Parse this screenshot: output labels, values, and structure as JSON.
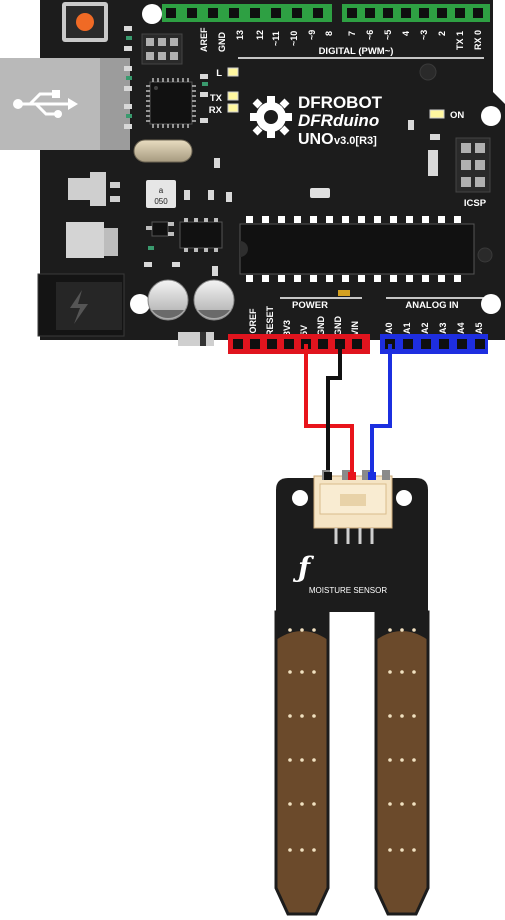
{
  "board": {
    "brand_line1": "DFROBOT",
    "brand_line2": "DFRduino",
    "brand_line3": "UNO",
    "version": "v3.0[R3]",
    "digital_header": "DIGITAL (PWM~)",
    "digital_pins_left": [
      "AREF",
      "GND",
      "13",
      "12",
      "~11",
      "~10",
      "~9",
      "8"
    ],
    "digital_pins_right": [
      "7",
      "~6",
      "~5",
      "4",
      "~3",
      "2",
      "TX 1",
      "RX 0"
    ],
    "power_header": "POWER",
    "power_pins": [
      "IOREF",
      "RESET",
      "3V3",
      "5V",
      "GND",
      "GND",
      "VIN"
    ],
    "analog_header": "ANALOG IN",
    "analog_pins": [
      "A0",
      "A1",
      "A2",
      "A3",
      "A4",
      "A5"
    ],
    "led_labels": [
      "L",
      "TX",
      "RX"
    ],
    "on_label": "ON",
    "icsp_label": "ICSP",
    "regulator_marking": [
      "a",
      "050"
    ]
  },
  "sensor": {
    "label": "MOISTURE SENSOR",
    "logo_glyph": "ƒ"
  },
  "wires": [
    {
      "from": "5V",
      "to": "sensor-pin-vcc",
      "color": "#e8141b"
    },
    {
      "from": "GND",
      "to": "sensor-pin-gnd",
      "color": "#111111"
    },
    {
      "from": "A0",
      "to": "sensor-pin-signal",
      "color": "#1b2fe0"
    }
  ],
  "colors": {
    "board": "#1c1c1c",
    "digital_header": "#2ea043",
    "power_header": "#e0141e",
    "analog_header": "#1e2ee0",
    "probe": "#6b4a2b",
    "connector": "#f5e4c4"
  },
  "icons": [
    "usb-icon",
    "lightning-icon",
    "gear-logo-icon",
    "dfrobot-logo-icon"
  ]
}
